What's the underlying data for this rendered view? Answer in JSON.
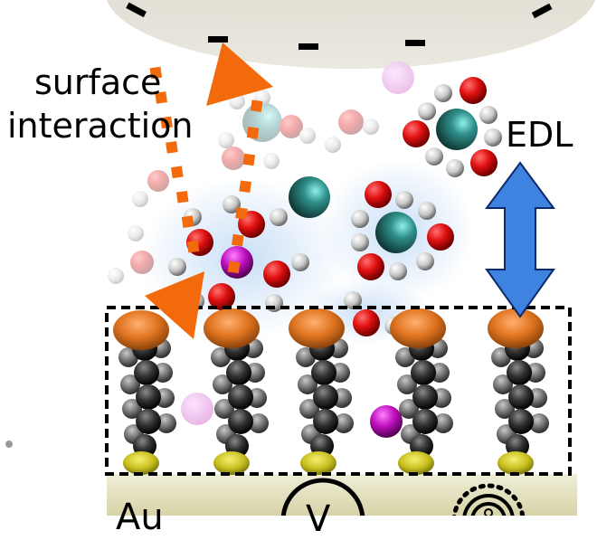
{
  "labels": {
    "surface_line1": "surface",
    "surface_line2": "interaction",
    "edl": "EDL",
    "electrode": "Au",
    "voltmeter": "V"
  },
  "colors": {
    "top_surface": "#e4e0d6",
    "gold_substrate": "#d9d5a8",
    "orange_arrow": "#f26a0c",
    "blue_arrow": "#3f83e0",
    "oxygen": "#e01010",
    "hydrogen": "#d8d8d8",
    "cation_teal": "#2f8f8a",
    "anion_magenta": "#c010c0",
    "headgroup_orange": "#e07420",
    "sulfur_yellow": "#c8c020",
    "carbon_dark": "#2a2a2a"
  },
  "diagram": {
    "elements": [
      "negatively charged top surface",
      "self-assembled monolayer (5 chains) on Au",
      "dashed SAM boundary box",
      "hydrated cations",
      "anions",
      "water molecules",
      "EDL double-headed arrow",
      "surface interaction dotted double-headed arrow"
    ],
    "chain_count": 5
  }
}
